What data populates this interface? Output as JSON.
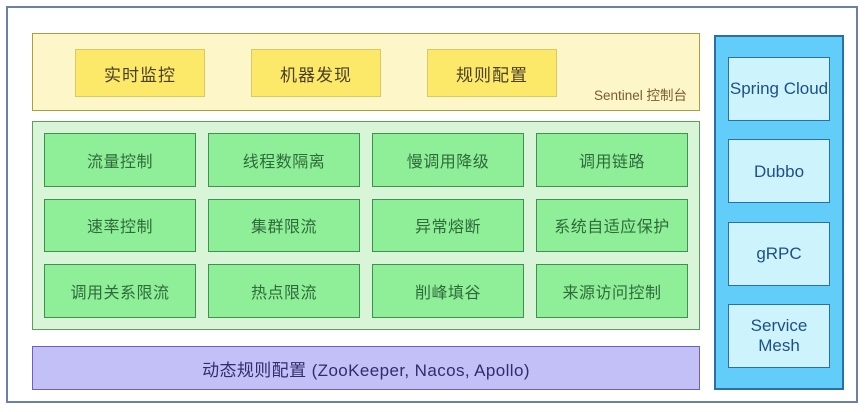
{
  "diagram": {
    "title": "Sentinel architecture diagram",
    "colors": {
      "frame_border": "#6b7fa8",
      "console_fill": "#fdf6c8",
      "console_border": "#a8a03c",
      "console_cell_fill": "#fce96a",
      "console_cell_border": "#d8c96a",
      "feature_panel_fill": "#d8f5d8",
      "feature_panel_border": "#5a9e5a",
      "feature_cell_fill": "#8fef98",
      "feature_cell_border": "#3f9150",
      "datasource_fill": "#c3c0f7",
      "datasource_border": "#6f5fc0",
      "adapter_panel_fill": "#62cdf8",
      "adapter_cell_fill": "#cdf4fc",
      "adapter_border": "#2a6fa8"
    }
  },
  "console": {
    "caption": "Sentinel 控制台",
    "cells": [
      {
        "label": "实时监控"
      },
      {
        "label": "机器发现"
      },
      {
        "label": "规则配置"
      }
    ]
  },
  "features": {
    "cells": [
      {
        "label": "流量控制"
      },
      {
        "label": "线程数隔离"
      },
      {
        "label": "慢调用降级"
      },
      {
        "label": "调用链路"
      },
      {
        "label": "速率控制"
      },
      {
        "label": "集群限流"
      },
      {
        "label": "异常熔断"
      },
      {
        "label": "系统自适应保护"
      },
      {
        "label": "调用关系限流"
      },
      {
        "label": "热点限流"
      },
      {
        "label": "削峰填谷"
      },
      {
        "label": "来源访问控制"
      }
    ]
  },
  "datasource": {
    "label": "动态规则配置 (ZooKeeper, Nacos, Apollo)"
  },
  "adapters": {
    "cells": [
      {
        "label": "Spring Cloud"
      },
      {
        "label": "Dubbo"
      },
      {
        "label": "gRPC"
      },
      {
        "label": "Service Mesh"
      }
    ]
  }
}
